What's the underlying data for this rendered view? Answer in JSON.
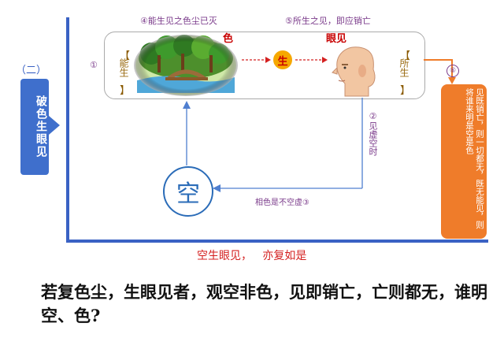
{
  "section_number": "（二）",
  "side_label": "破色生眼见",
  "main": {
    "marker_1": "①",
    "left_bracket_text": "能生",
    "right_bracket_text": "所生",
    "note_4": "④能生见之色尘已灭",
    "note_5": "⑤所生之见，即应销亡",
    "se_label": "色",
    "yanjian_label": "眼见",
    "sheng_label": "生"
  },
  "right_box": {
    "marker_6": "⑥",
    "text": "见既销亡，则一切都无，既无能见，则将谁来明是空是色"
  },
  "kong_label": "空",
  "note_2": "②见虚空时",
  "note_3": "相色是不空虚③",
  "caption": "空生眼见，   亦复如是",
  "body_text": "若复色尘，生眼见者，观空非色，见即销亡，亡则都无，谁明空、色?",
  "colors": {
    "axis": "#3a62c4",
    "side_box": "#3f6fcc",
    "right_box": "#ef7c2a",
    "red": "#c80000",
    "sun": "#f6a800",
    "purple": "#7a3a8a"
  },
  "icons": [
    "landscape-image",
    "head-profile-image"
  ]
}
